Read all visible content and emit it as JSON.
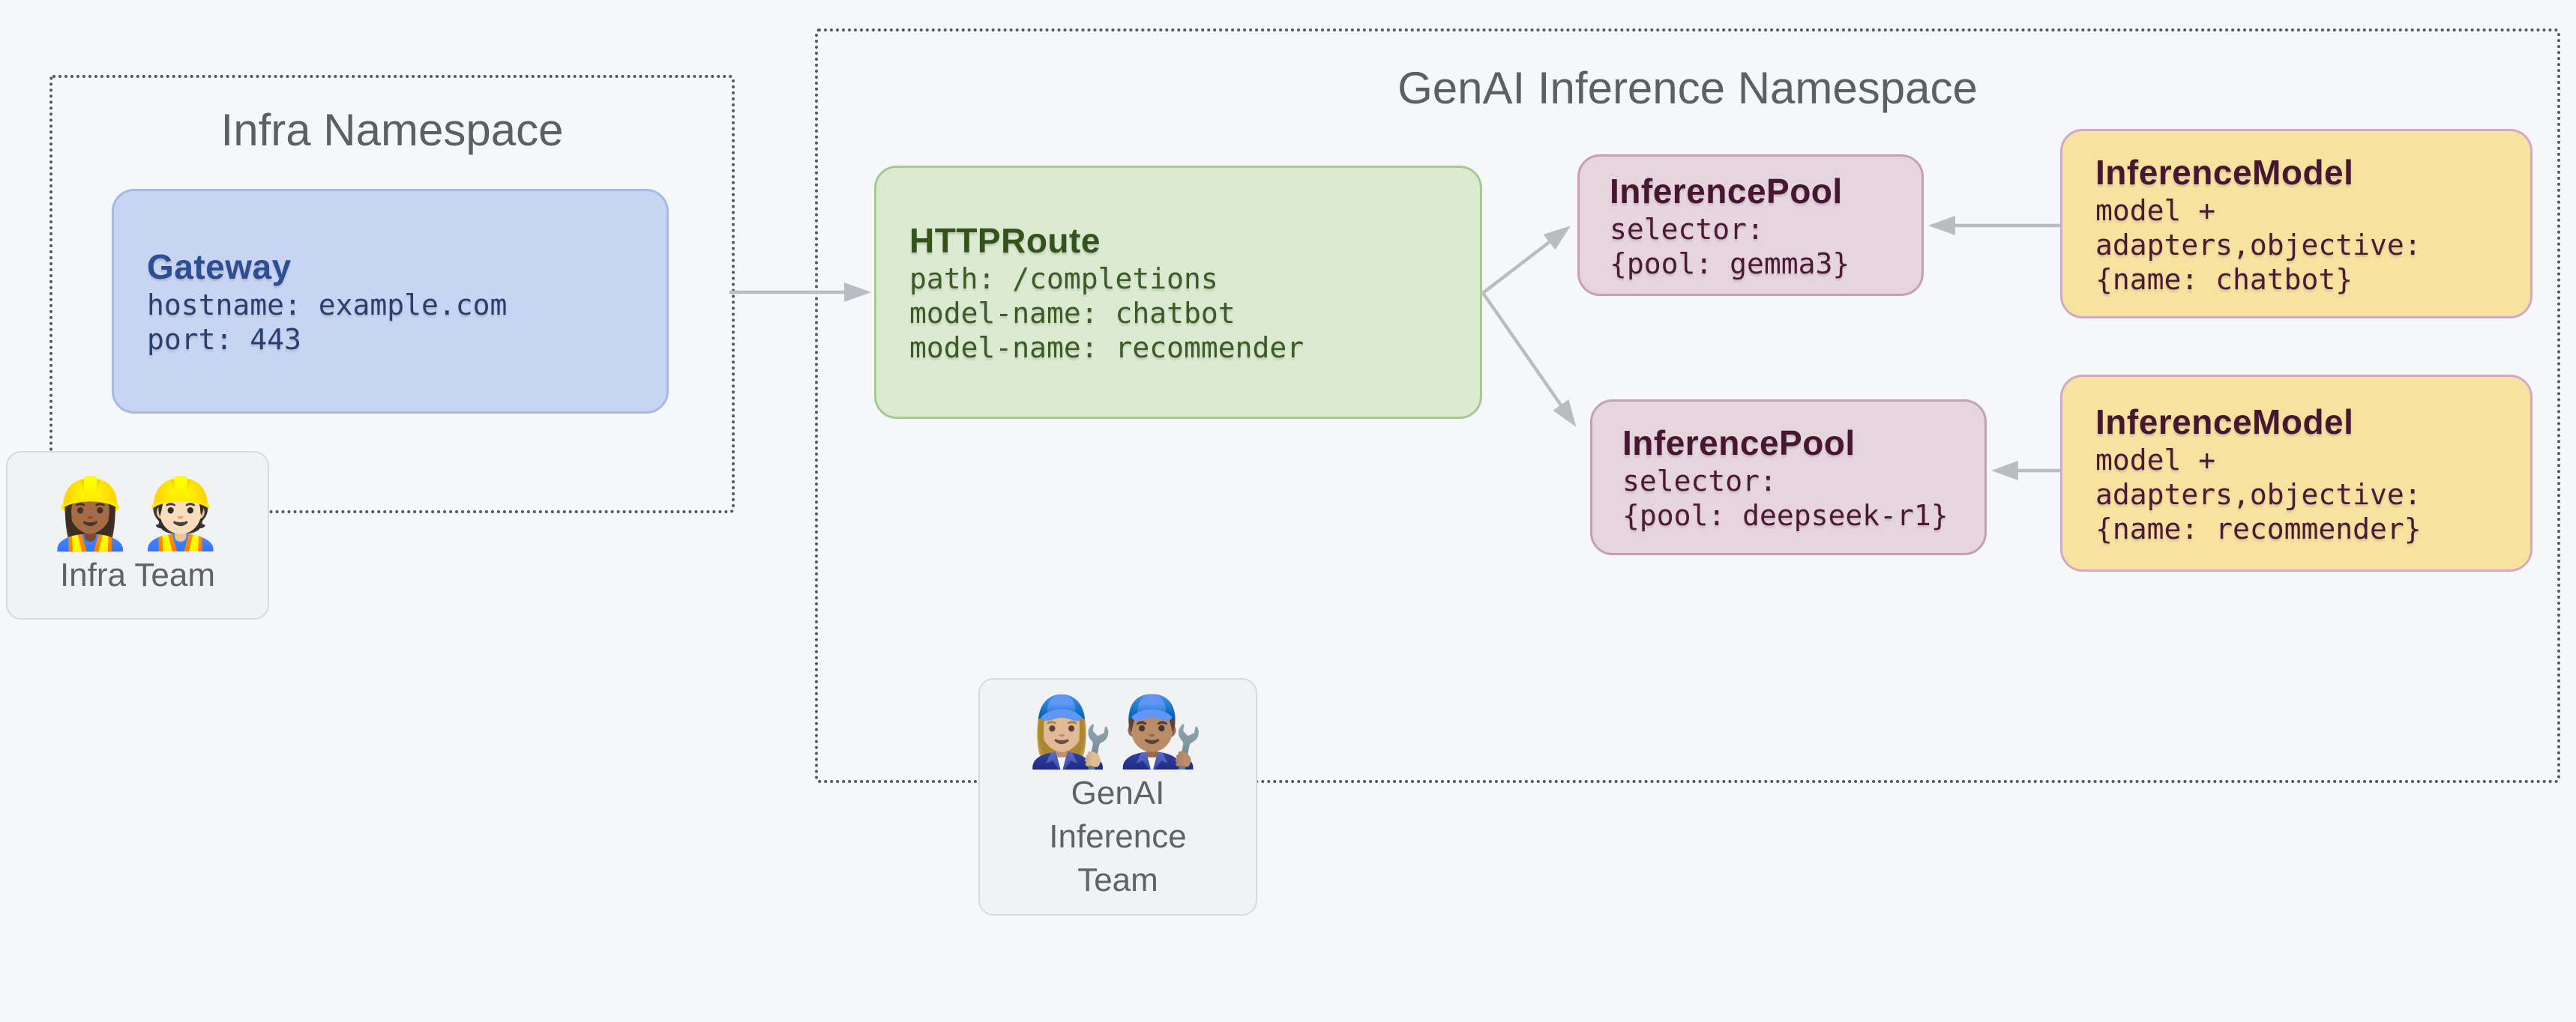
{
  "clusters": {
    "infra": {
      "title": "Infra Namespace"
    },
    "genai": {
      "title": "GenAI Inference Namespace"
    }
  },
  "nodes": {
    "gateway": {
      "title": "Gateway",
      "lines": [
        "hostname: example.com",
        "port: 443"
      ]
    },
    "httproute": {
      "title": "HTTPRoute",
      "lines": [
        "path: /completions",
        "model-name: chatbot",
        "model-name: recommender"
      ]
    },
    "pool_gemma3": {
      "title": "InferencePool",
      "lines": [
        "selector:",
        "{pool: gemma3}"
      ]
    },
    "pool_deepseek": {
      "title": "InferencePool",
      "lines": [
        "selector:",
        "{pool: deepseek-r1}"
      ]
    },
    "model_chatbot": {
      "title": "InferenceModel",
      "lines": [
        "model +",
        "adapters,objective:",
        "{name: chatbot}"
      ]
    },
    "model_recommender": {
      "title": "InferenceModel",
      "lines": [
        "model +",
        "adapters,objective:",
        "{name: recommender}"
      ]
    }
  },
  "teams": {
    "infra": {
      "emoji": "👷🏾‍♀️👷🏻",
      "label": "Infra Team"
    },
    "genai": {
      "emoji": "👩🏼‍🔧👨🏽‍🔧",
      "label": "GenAI Inference Team"
    }
  },
  "palette": {
    "background": "#f6f7f9",
    "cluster_border": "#54575c",
    "cluster_title_color": "#5c5f63",
    "edge_color": "#b9bcc1",
    "gateway": {
      "fill": "#c7d5f3",
      "border": "#a5bae9",
      "title": "#2d4e92",
      "body": "#293f6f"
    },
    "httproute": {
      "fill": "#dcead2",
      "border": "#a9c795",
      "title": "#33521c",
      "body": "#3b5c24"
    },
    "inferencepool": {
      "fill": "#e7d5de",
      "border": "#c59fb6",
      "title": "#471732",
      "body": "#4d1a35"
    },
    "inferencemodel": {
      "fill": "#f8e2a0",
      "border": "#cfaac8",
      "title": "#471732",
      "body": "#4d1a35"
    },
    "team": {
      "fill": "#f1f2f4",
      "border": "#d8dadd",
      "label": "#5f6368"
    }
  }
}
